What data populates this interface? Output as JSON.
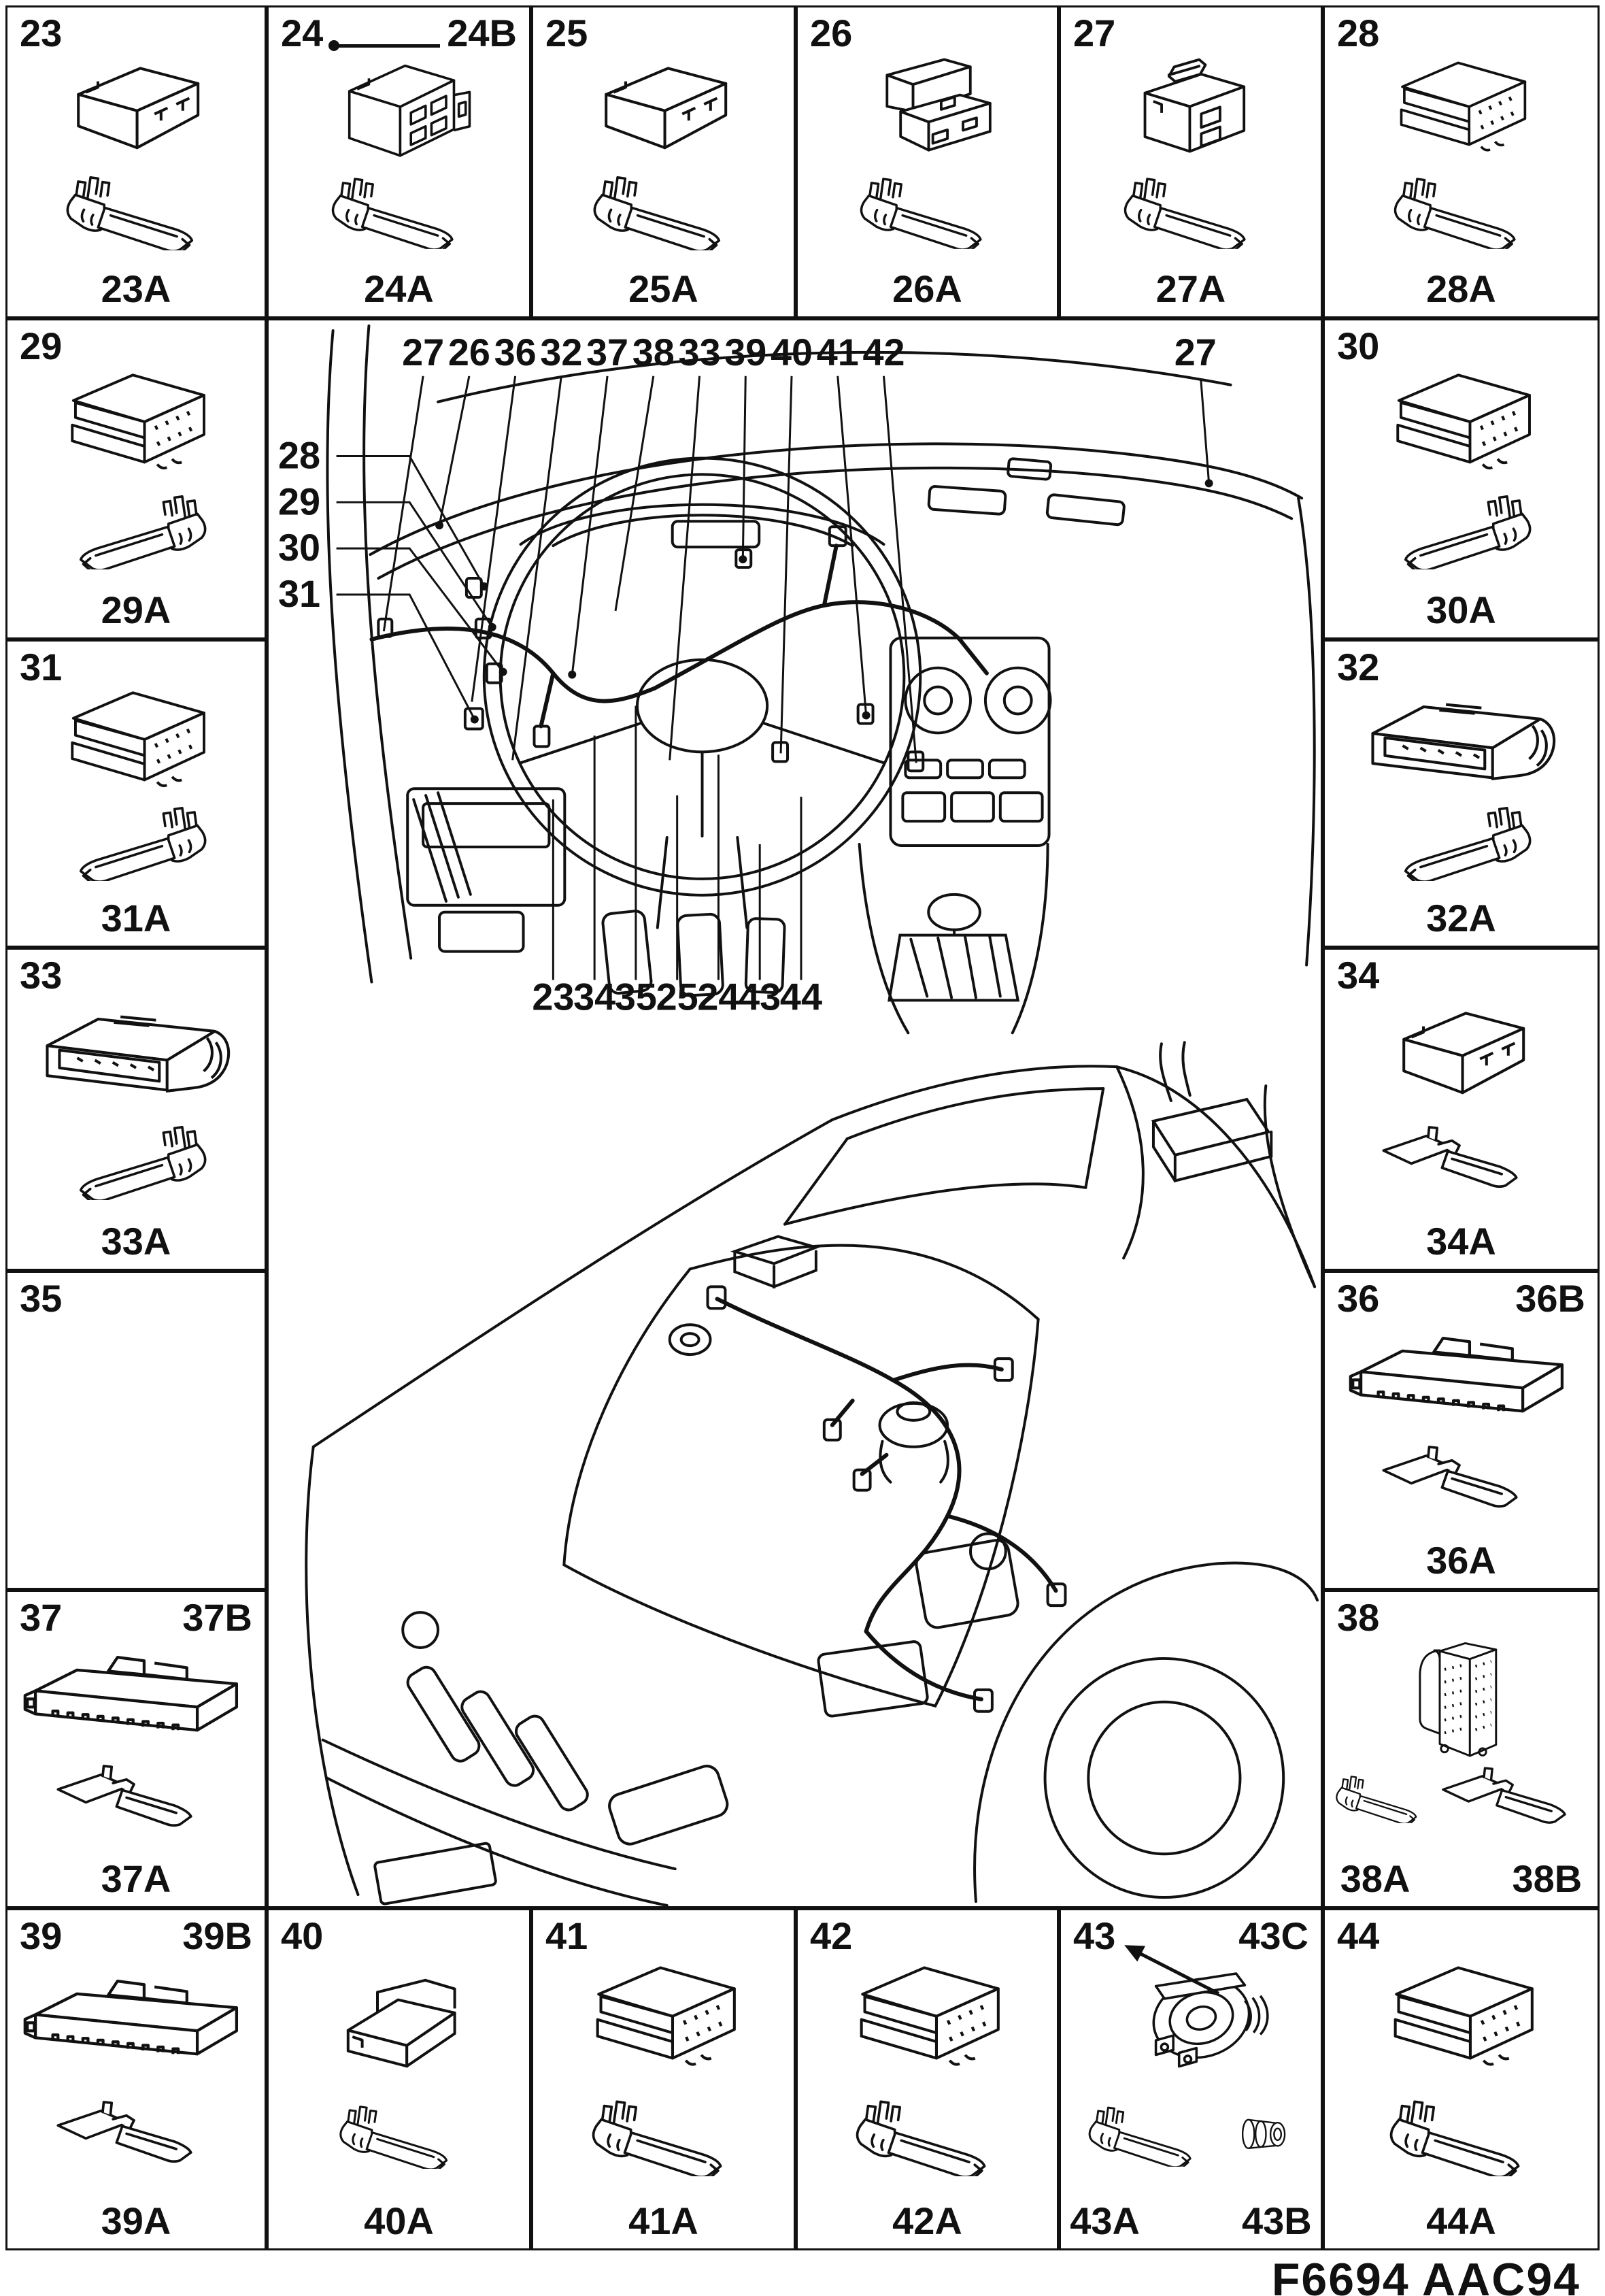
{
  "page": {
    "footer_code": "F6694 AAC94"
  },
  "cells": {
    "c23": {
      "num": "23",
      "bottom_labels": [
        "23A"
      ],
      "art": [
        "connector-2pin-icon",
        "terminal-icon"
      ]
    },
    "c24": {
      "num": "24",
      "top_label": "24B",
      "bottom_labels": [
        "24A"
      ],
      "art": [
        "connector-4pin-icon",
        "terminal-icon"
      ]
    },
    "c25": {
      "num": "25",
      "bottom_labels": [
        "25A"
      ],
      "art": [
        "connector-2pin-icon",
        "terminal-icon"
      ]
    },
    "c26": {
      "num": "26",
      "bottom_labels": [
        "26A"
      ],
      "art": [
        "connector-stacked-icon",
        "terminal-icon"
      ]
    },
    "c27": {
      "num": "27",
      "bottom_labels": [
        "27A"
      ],
      "art": [
        "connector-latched-icon",
        "terminal-icon"
      ]
    },
    "c28": {
      "num": "28",
      "bottom_labels": [
        "28A"
      ],
      "art": [
        "connector-8pin-icon",
        "terminal-icon"
      ]
    },
    "c29": {
      "num": "29",
      "bottom_labels": [
        "29A"
      ],
      "art": [
        "connector-8pin-icon",
        "terminal-icon"
      ]
    },
    "c30": {
      "num": "30",
      "bottom_labels": [
        "30A"
      ],
      "art": [
        "connector-8pin-icon",
        "terminal-icon"
      ]
    },
    "c31": {
      "num": "31",
      "bottom_labels": [
        "31A"
      ],
      "art": [
        "connector-8pin-icon",
        "terminal-icon"
      ]
    },
    "c32": {
      "num": "32",
      "bottom_labels": [
        "32A"
      ],
      "art": [
        "connector-strip-icon",
        "terminal-icon"
      ]
    },
    "c33": {
      "num": "33",
      "bottom_labels": [
        "33A"
      ],
      "art": [
        "connector-strip-icon",
        "terminal-icon"
      ]
    },
    "c34": {
      "num": "34",
      "bottom_labels": [
        "34A"
      ],
      "art": [
        "connector-2pin-icon",
        "terminal-male-icon"
      ]
    },
    "c35": {
      "num": "35",
      "bottom_labels": [],
      "art": []
    },
    "c36": {
      "num": "36",
      "top_label": "36B",
      "bottom_labels": [
        "36A"
      ],
      "art": [
        "connector-low-wide-icon",
        "terminal-male-icon"
      ]
    },
    "c37": {
      "num": "37",
      "top_label": "37B",
      "bottom_labels": [
        "37A"
      ],
      "art": [
        "connector-low-wide-icon",
        "terminal-male-icon"
      ]
    },
    "c38": {
      "num": "38",
      "bottom_labels": [
        "38A",
        "38B"
      ],
      "art": [
        "connector-ecu-icon",
        "terminal-small-icon",
        "terminal-large-icon"
      ]
    },
    "c39": {
      "num": "39",
      "top_label": "39B",
      "bottom_labels": [
        "39A"
      ],
      "art": [
        "connector-low-wide-icon",
        "terminal-male-icon"
      ]
    },
    "c40": {
      "num": "40",
      "bottom_labels": [
        "40A"
      ],
      "art": [
        "connector-cover-icon",
        "terminal-small-icon"
      ]
    },
    "c41": {
      "num": "41",
      "bottom_labels": [
        "41A"
      ],
      "art": [
        "connector-8pin-icon",
        "terminal-icon"
      ]
    },
    "c42": {
      "num": "42",
      "bottom_labels": [
        "42A"
      ],
      "art": [
        "connector-8pin-icon",
        "terminal-icon"
      ]
    },
    "c43": {
      "num": "43",
      "top_label": "43C",
      "bottom_labels": [
        "43A",
        "43B"
      ],
      "art": [
        "connector-round-icon",
        "terminal-icon",
        "seal-icon"
      ]
    },
    "c44": {
      "num": "44",
      "bottom_labels": [
        "44A"
      ],
      "art": [
        "connector-8pin-icon",
        "terminal-icon"
      ]
    }
  },
  "central": {
    "top_callouts": [
      "27",
      "26",
      "36",
      "32",
      "37",
      "38",
      "33",
      "39",
      "40",
      "41",
      "42"
    ],
    "right_callout": "27",
    "left_callouts": [
      "28",
      "29",
      "30",
      "31"
    ],
    "bottom_callouts": [
      "23",
      "34",
      "35",
      "25",
      "24",
      "43",
      "44"
    ]
  }
}
